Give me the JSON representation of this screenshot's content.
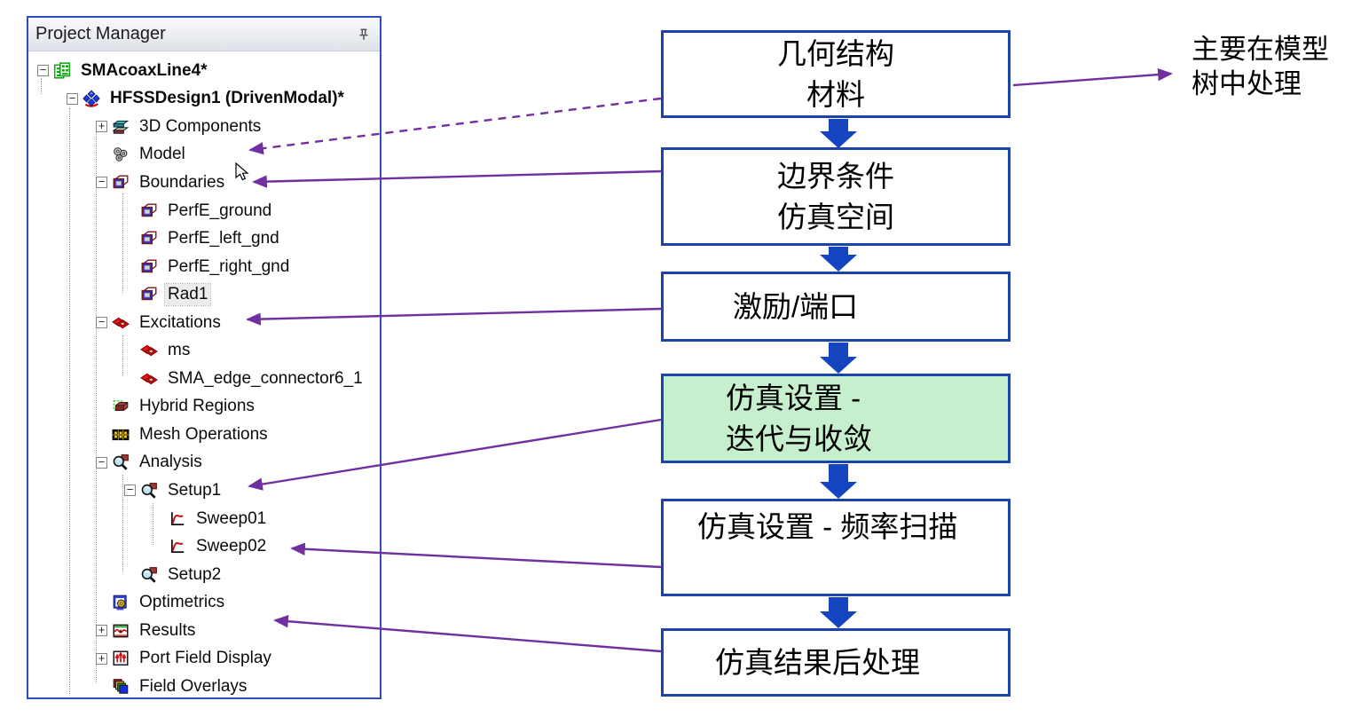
{
  "panel": {
    "title": "Project Manager",
    "pin_icon": "pushpin-icon",
    "tree": [
      {
        "label": "SMAcoaxLine4*",
        "level": 0,
        "expander": "minus",
        "icon": "project",
        "bold": true
      },
      {
        "label": "HFSSDesign1 (DrivenModal)*",
        "level": 1,
        "expander": "minus",
        "icon": "design",
        "bold": true
      },
      {
        "label": "3D Components",
        "level": 2,
        "expander": "plus",
        "icon": "components"
      },
      {
        "label": "Model",
        "level": 2,
        "expander": null,
        "icon": "model"
      },
      {
        "label": "Boundaries",
        "level": 2,
        "expander": "minus",
        "icon": "boundary"
      },
      {
        "label": "PerfE_ground",
        "level": 3,
        "expander": null,
        "icon": "boundary"
      },
      {
        "label": "PerfE_left_gnd",
        "level": 3,
        "expander": null,
        "icon": "boundary"
      },
      {
        "label": "PerfE_right_gnd",
        "level": 3,
        "expander": null,
        "icon": "boundary"
      },
      {
        "label": "Rad1",
        "level": 3,
        "expander": null,
        "icon": "boundary",
        "selected": true
      },
      {
        "label": "Excitations",
        "level": 2,
        "expander": "minus",
        "icon": "excitation"
      },
      {
        "label": "ms",
        "level": 3,
        "expander": null,
        "icon": "excitation"
      },
      {
        "label": "SMA_edge_connector6_1",
        "level": 3,
        "expander": null,
        "icon": "excitation"
      },
      {
        "label": "Hybrid Regions",
        "level": 2,
        "expander": null,
        "icon": "hybrid"
      },
      {
        "label": "Mesh Operations",
        "level": 2,
        "expander": null,
        "icon": "mesh"
      },
      {
        "label": "Analysis",
        "level": 2,
        "expander": "minus",
        "icon": "analysis"
      },
      {
        "label": "Setup1",
        "level": 3,
        "expander": "minus",
        "icon": "analysis"
      },
      {
        "label": "Sweep01",
        "level": 4,
        "expander": null,
        "icon": "sweep"
      },
      {
        "label": "Sweep02",
        "level": 4,
        "expander": null,
        "icon": "sweep"
      },
      {
        "label": "Setup2",
        "level": 3,
        "expander": null,
        "icon": "analysis"
      },
      {
        "label": "Optimetrics",
        "level": 2,
        "expander": null,
        "icon": "optimetrics"
      },
      {
        "label": "Results",
        "level": 2,
        "expander": "plus",
        "icon": "results"
      },
      {
        "label": "Port Field Display",
        "level": 2,
        "expander": "plus",
        "icon": "portfield"
      },
      {
        "label": "Field Overlays",
        "level": 2,
        "expander": null,
        "icon": "fieldoverlays"
      }
    ]
  },
  "flowchart": {
    "boxes": [
      {
        "name": "geometry-materials",
        "lines": [
          "几何结构",
          "材料"
        ]
      },
      {
        "name": "boundary-conditions",
        "lines": [
          "边界条件",
          "仿真空间"
        ]
      },
      {
        "name": "excitation-ports",
        "lines": [
          "激励/端口"
        ]
      },
      {
        "name": "setup-convergence",
        "lines": [
          "仿真设置 -",
          "迭代与收敛"
        ],
        "fill": "#C6EFCE"
      },
      {
        "name": "setup-frequency-sweep",
        "lines": [
          "仿真设置 - 频率扫描"
        ]
      },
      {
        "name": "post-processing",
        "lines": [
          "仿真结果后处理"
        ]
      }
    ]
  },
  "annotation": {
    "lines": [
      "主要在模型",
      "树中处理"
    ]
  },
  "colors": {
    "panel_border": "#2f4cc0",
    "box_border": "#1b43a8",
    "flow_arrow_blue": "#1544c0",
    "link_arrow_purple": "#7030a0",
    "highlight_green": "#C6EFCE"
  }
}
